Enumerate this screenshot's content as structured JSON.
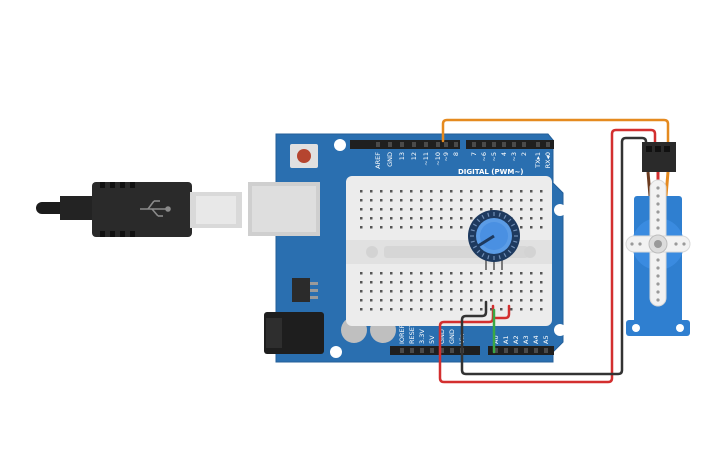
{
  "board": {
    "digital_label": "DIGITAL (PWM~)",
    "top_pins": [
      "AREF",
      "GND",
      "13",
      "12",
      "~11",
      "~10",
      "~9",
      "8",
      "7",
      "~6",
      "~5",
      "4",
      "~3",
      "2",
      "TX▸1",
      "RX◂0"
    ],
    "bottom_power_pins": [
      "IOREF",
      "RESET",
      "3.3V",
      "5V",
      "GND",
      "GND",
      "Vin"
    ],
    "bottom_analog_pins": [
      "A0",
      "A1",
      "A2",
      "A3",
      "A4",
      "A5"
    ]
  },
  "colors": {
    "board": "#2a6fb0",
    "breadboard": "#ececec",
    "wire_signal": "#e58a1f",
    "wire_power": "#d32f2f",
    "wire_ground": "#333333",
    "wire_analog": "#3aa845",
    "servo_body": "#2f7fd0",
    "pot_knob": "#4a90e2"
  },
  "icons": [
    "usb-icon"
  ]
}
